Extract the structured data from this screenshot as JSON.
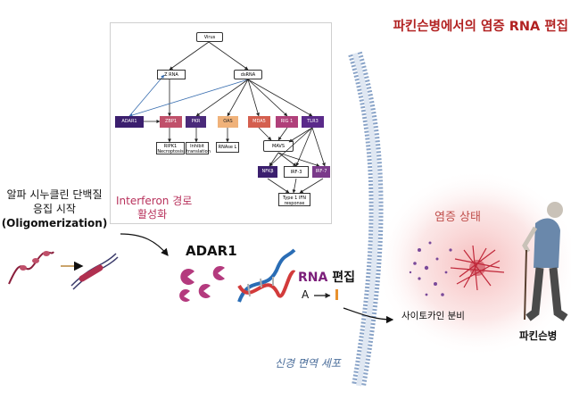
{
  "title": "파킨슨병에서의 염증 RNA 편집",
  "aggregation": {
    "line1": "알파 시누클린 단백질",
    "line2": "응집 시작",
    "line3": "(Oligomerization)"
  },
  "interferon_label": {
    "line1": "Interferon 경로",
    "line2": "활성화"
  },
  "adar1_label": "ADAR1",
  "rna_editing": {
    "label_bold": "RNA",
    "label_rest": " 편집",
    "a_letter": "A"
  },
  "neural_immune_cell": "신경 면역 세포",
  "inflammation_state": "염증 상태",
  "cytokine_secretion": "사이토카인 분비",
  "parkinsons": "파킨슨병",
  "pathway": {
    "virus": "Virus",
    "z_rna": "Z RNA",
    "ds_rna": "dsRNA",
    "adar1": "ADAR1",
    "zbp1": "ZBP1",
    "pkr": "PKR",
    "oas": "OAS",
    "mda5": "MDA5",
    "rig1": "RIG 1",
    "tlr3": "TLR3",
    "ripk1": "RIPK1\nNecroptosis",
    "inhibit_translation": "Inhibit\ntranslation",
    "rnase_l": "RNAse L",
    "mavs": "MAVS",
    "nfkb": "NFKβ",
    "irf3": "IRF-3",
    "irf7": "IRF-7",
    "type1_ifn": "Type 1 IFN\nresponse"
  },
  "colors": {
    "title_red": "#b22222",
    "adar1_node": "#3b1f6e",
    "zbp1_node": "#c0506a",
    "oas_node": "#f0b27a",
    "mda5_node": "#d45f4f",
    "rig1_node": "#b0407a",
    "tlr3_node": "#5a2a8a",
    "dna_blue": "#2a6db5",
    "dna_red": "#d23b3b",
    "membrane": "#7f9cc4",
    "inflammation_glow": "#f6c9c9"
  }
}
